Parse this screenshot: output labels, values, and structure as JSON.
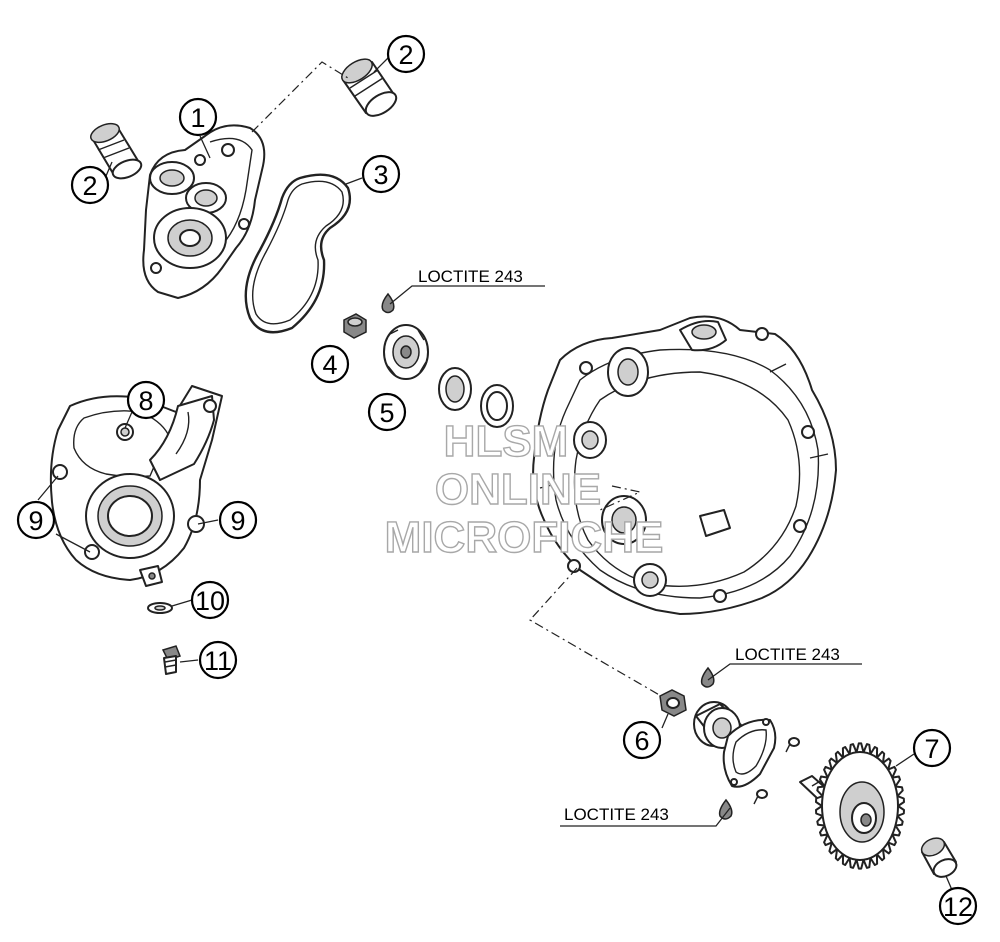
{
  "callouts": [
    {
      "id": "c1",
      "label": "1"
    },
    {
      "id": "c2a",
      "label": "2"
    },
    {
      "id": "c2b",
      "label": "2"
    },
    {
      "id": "c3",
      "label": "3"
    },
    {
      "id": "c4",
      "label": "4"
    },
    {
      "id": "c5",
      "label": "5"
    },
    {
      "id": "c6",
      "label": "6"
    },
    {
      "id": "c7",
      "label": "7"
    },
    {
      "id": "c8",
      "label": "8"
    },
    {
      "id": "c9a",
      "label": "9"
    },
    {
      "id": "c9b",
      "label": "9"
    },
    {
      "id": "c10",
      "label": "10"
    },
    {
      "id": "c11",
      "label": "11"
    },
    {
      "id": "c12",
      "label": "12"
    }
  ],
  "loctite_labels": [
    {
      "id": "l1",
      "text": "LOCTITE 243"
    },
    {
      "id": "l2",
      "text": "LOCTITE 243"
    },
    {
      "id": "l3",
      "text": "LOCTITE 243"
    }
  ],
  "watermark": {
    "line1": "HLSM",
    "line2": "ONLINE",
    "line3": "MICROFICHE"
  }
}
